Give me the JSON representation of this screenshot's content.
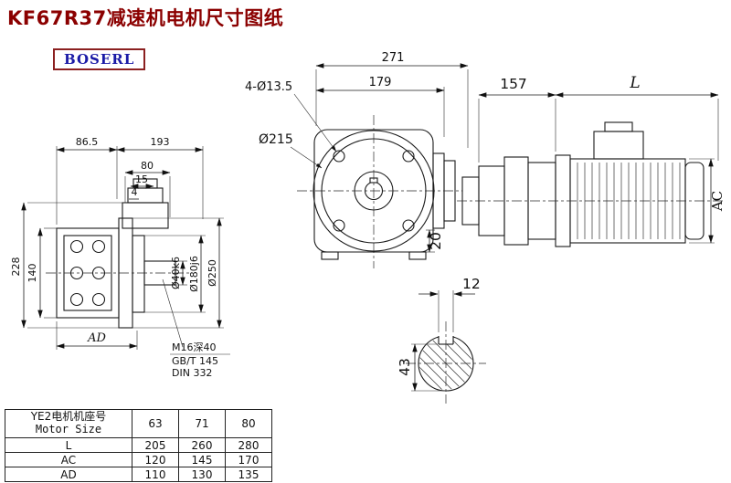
{
  "title": "KF67R37减速机电机尺寸图纸",
  "logo": "BOSERL",
  "dims": {
    "left": {
      "w86_5": "86.5",
      "w193": "193",
      "w80": "80",
      "w15": "15",
      "w4": "4",
      "h228": "228",
      "h140": "140",
      "ad": "AD",
      "shaft": "Ø40k6",
      "hub": "Ø180j6",
      "flange": "Ø250",
      "note1": "M16深40",
      "note2": "GB/T 145",
      "note3": "DIN 332"
    },
    "front": {
      "w271": "271",
      "w179": "179",
      "holes": "4-Ø13.5",
      "flange": "Ø215",
      "h20": "20"
    },
    "motor": {
      "w157": "157",
      "len": "L",
      "ac": "AC"
    },
    "shaft_section": {
      "key_w": "12",
      "key_h": "43"
    }
  },
  "table": {
    "header_cn": "YE2电机机座号",
    "header_en": "Motor Size",
    "sizes": [
      "63",
      "71",
      "80"
    ],
    "rows": [
      {
        "label": "L",
        "values": [
          "205",
          "260",
          "280"
        ]
      },
      {
        "label": "AC",
        "values": [
          "120",
          "145",
          "170"
        ]
      },
      {
        "label": "AD",
        "values": [
          "110",
          "130",
          "135"
        ]
      }
    ]
  }
}
